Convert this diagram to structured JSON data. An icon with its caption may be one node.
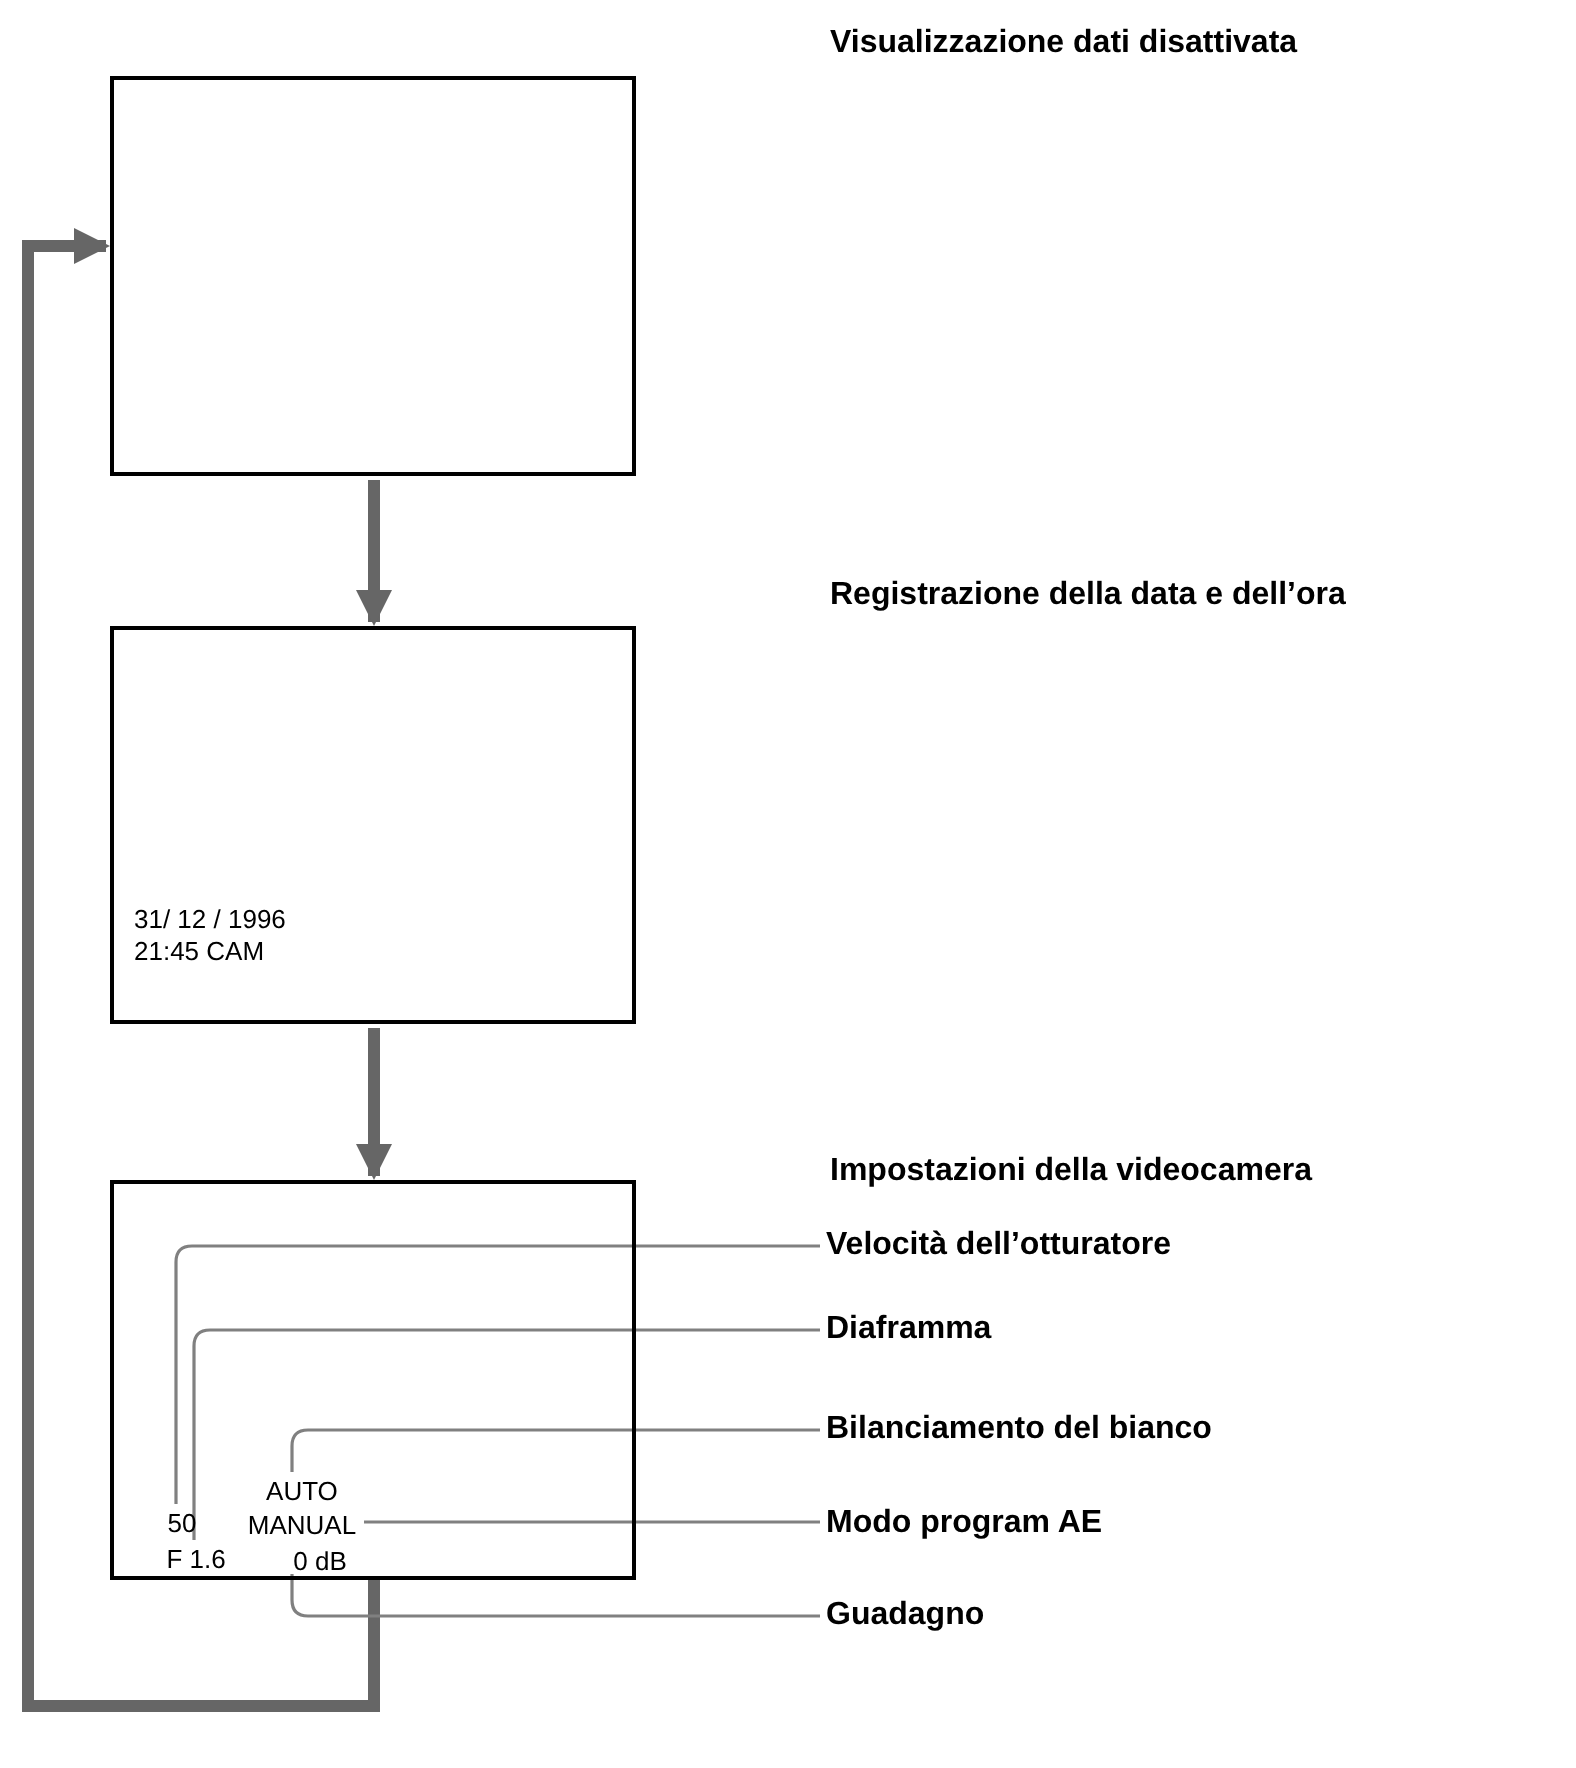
{
  "diagram": {
    "nodes": [
      {
        "text": [],
        "shape": "box"
      },
      {
        "text": [
          "31/ 12 / 1996 21:45 CAM"
        ]
      },
      {
        "text": [],
        "shape": "box"
      },
      {
        "text": [
          "50"
        ],
        "in": 2
      },
      {
        "text": [
          "F 1.6"
        ],
        "in": 2
      },
      {
        "text": [
          "AUTO"
        ],
        "in": 2
      },
      {
        "text": [
          "MANUAL"
        ],
        "in": 2
      },
      {
        "text": [
          "0 dB"
        ],
        "in": 2
      },
      {
        "text": [
          "Velocità dell’otturatore"
        ]
      },
      {
        "text": [
          "Diaframma"
        ]
      },
      {
        "text": [
          "Bilanciamento del bianco"
        ]
      },
      {
        "text": [
          "Modo program AE"
        ]
      },
      {
        "text": [
          "Guadagno"
        ]
      }
    ],
    "edges": [
      {
        "from": 0,
        "to": 1,
        "arrow": "to",
        "style": "thick"
      },
      {
        "from": 1,
        "to": 2,
        "arrow": "to",
        "style": "thick"
      },
      {
        "from": 2,
        "to": 0,
        "arrow": "to",
        "style": "thick"
      },
      {
        "from": 8,
        "to": 3,
        "arrow": "none"
      },
      {
        "from": 9,
        "to": 4,
        "arrow": "none"
      },
      {
        "from": 10,
        "to": 5,
        "arrow": "none"
      },
      {
        "from": 11,
        "to": 6,
        "arrow": "none"
      },
      {
        "from": 12,
        "to": 7,
        "arrow": "none"
      }
    ],
    "labels": [
      "Visualizzazione dati disattivata",
      "Registrazione della data e dell’ora",
      "Impostazioni della videocamera"
    ]
  }
}
